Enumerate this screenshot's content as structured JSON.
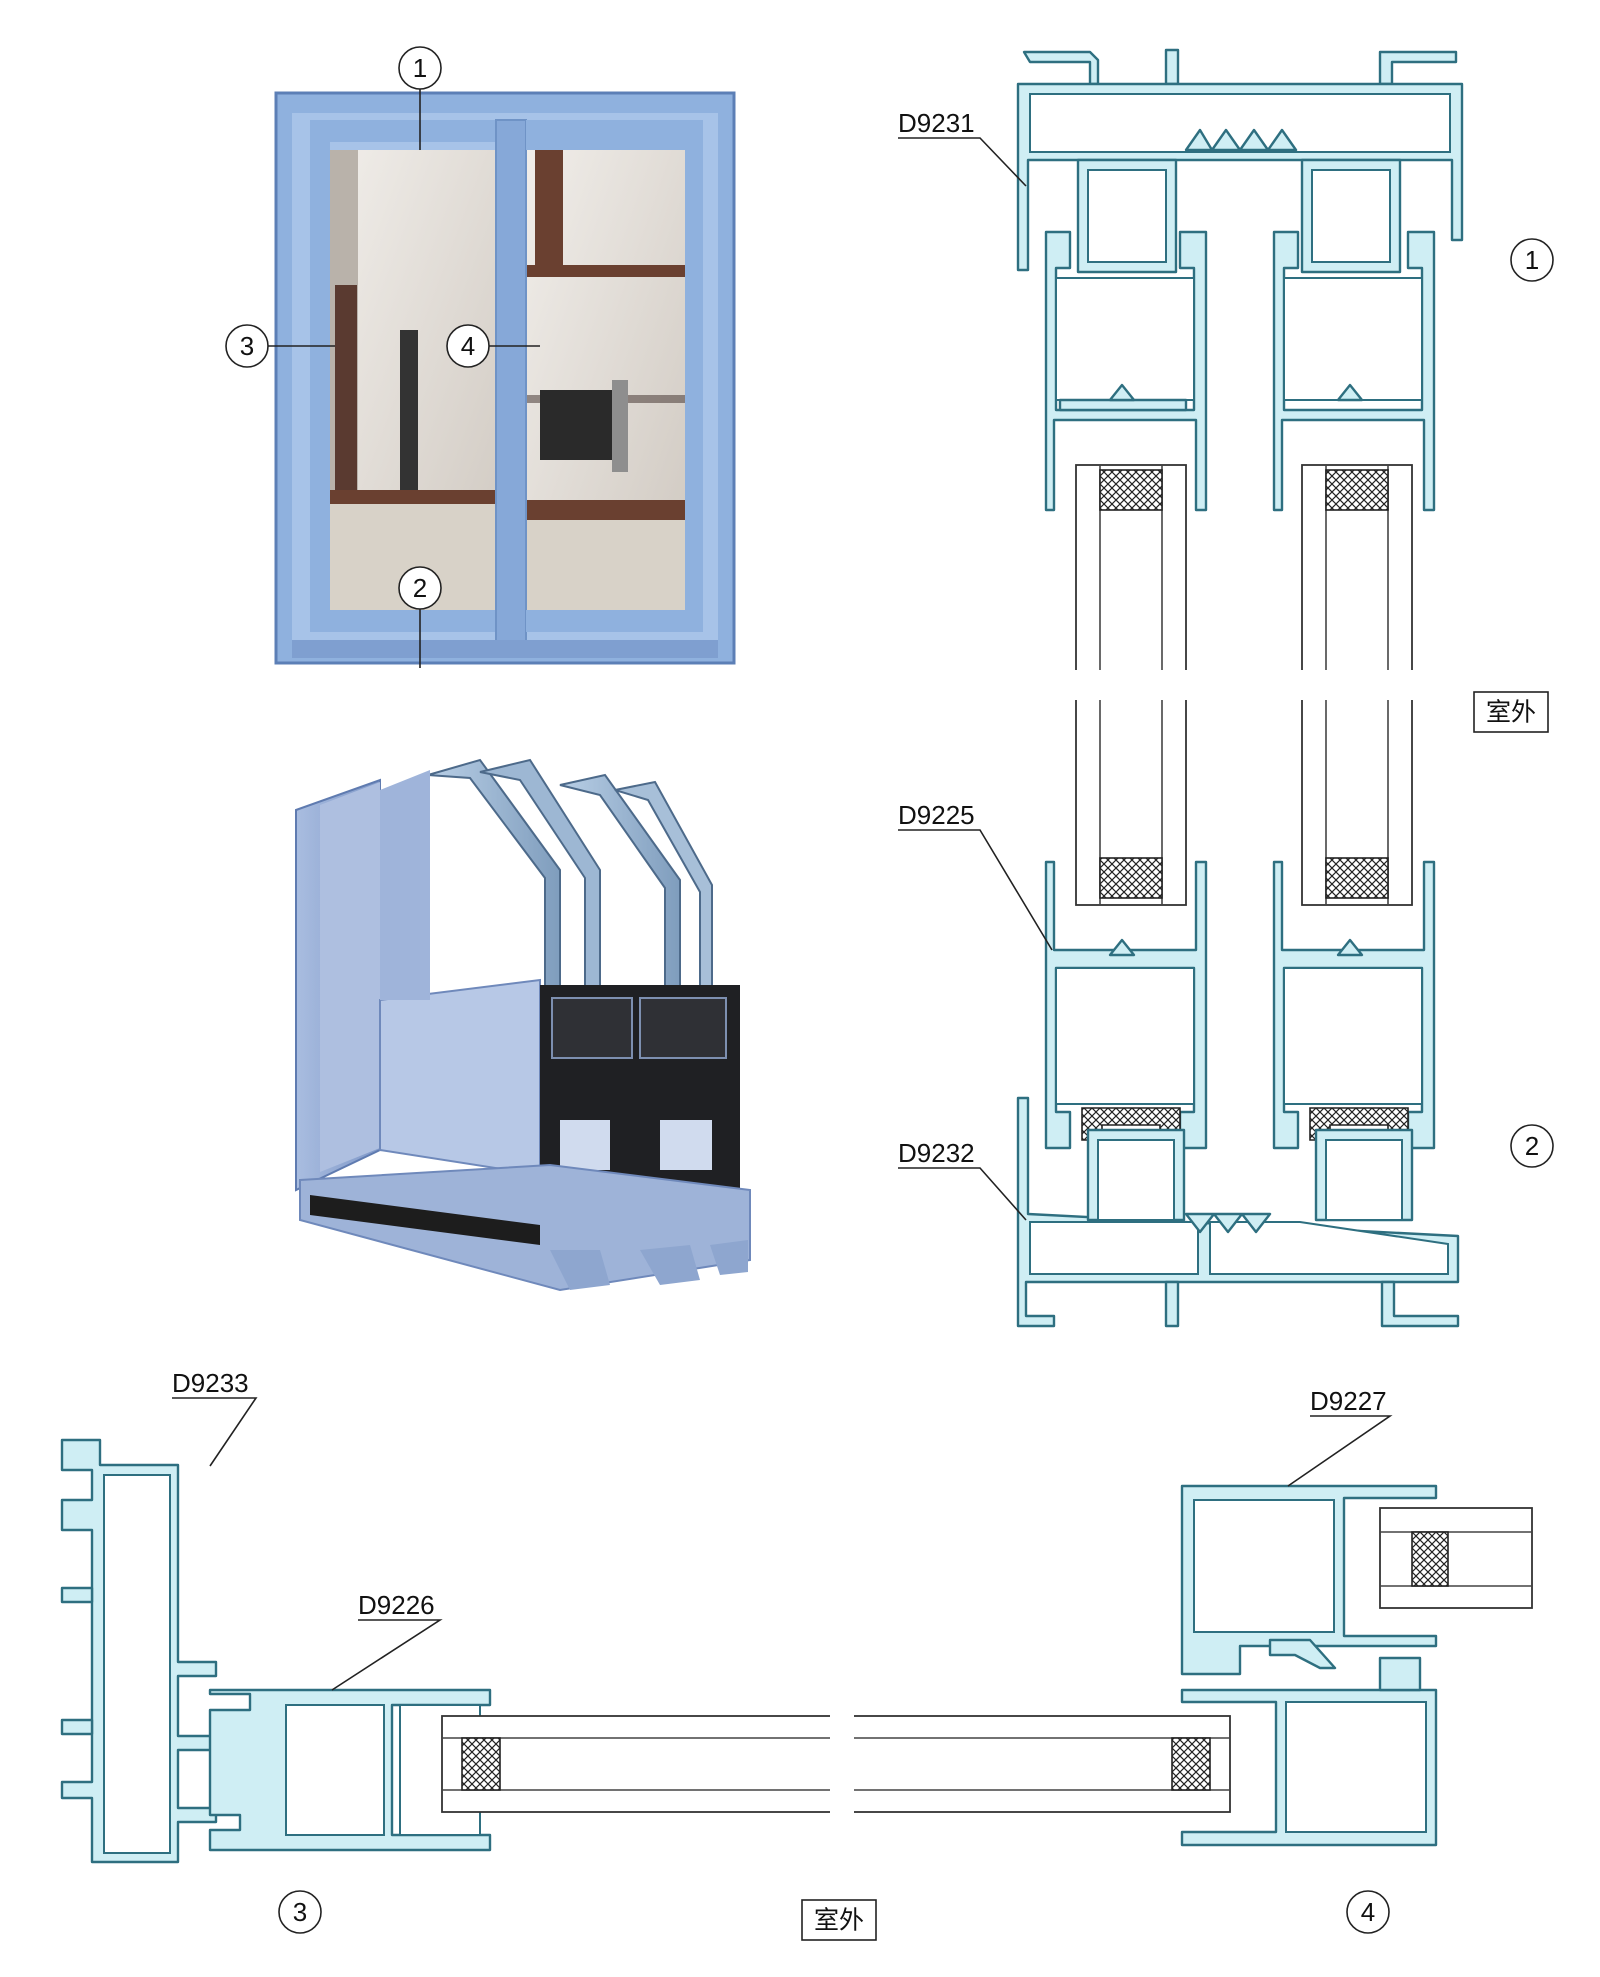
{
  "labels": {
    "d9231": "D9231",
    "d9225": "D9225",
    "d9232": "D9232",
    "d9233": "D9233",
    "d9226": "D9226",
    "d9227": "D9227"
  },
  "callouts": {
    "n1": "1",
    "n2": "2",
    "n3": "3",
    "n4": "4"
  },
  "outdoor_label": "室外",
  "colors": {
    "profile_fill": "#cfeef4",
    "profile_stroke": "#2e6f80",
    "frame_blue": "#8fb1de",
    "frame_blue_dark": "#6f93c6"
  },
  "icons": [
    "window-photo",
    "profile-section-render",
    "section-drawing"
  ]
}
